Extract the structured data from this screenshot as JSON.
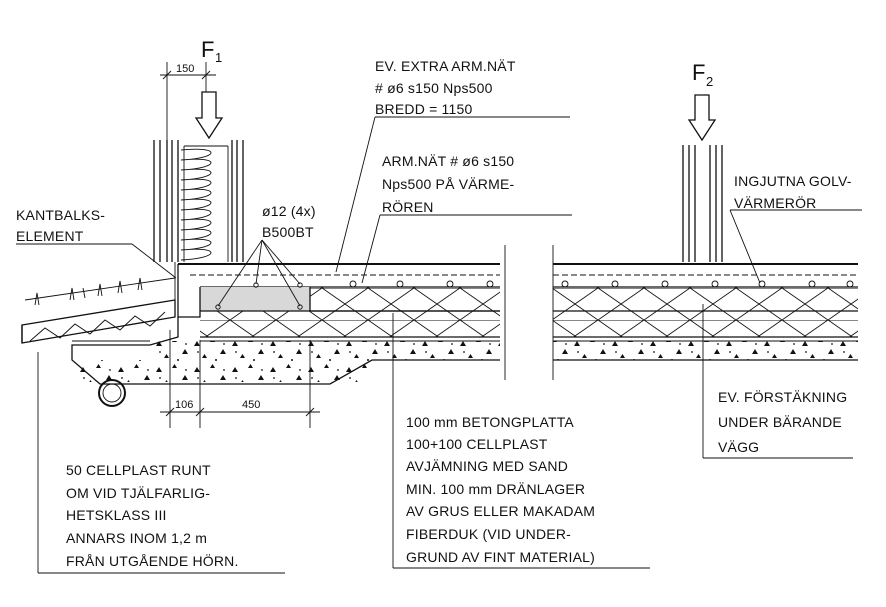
{
  "forces": {
    "f1": "F",
    "f1_sub": "1",
    "f2": "F",
    "f2_sub": "2"
  },
  "dimensions": {
    "wall_width": "150",
    "edge_offset": "106",
    "footing_width": "450"
  },
  "labels": {
    "extra_mesh": [
      "EV. EXTRA ARM.NÄT",
      "# ø6 s150 Nps500",
      "BREDD = 1150"
    ],
    "mesh_on_pipes": [
      "ARM.NÄT # ø6 s150",
      "Nps500 PÅ VÄRME-",
      "RÖREN"
    ],
    "floor_heating": [
      "INGJUTNA GOLV-",
      "VÄRMERÖR"
    ],
    "edge_element": [
      "KANTBALKS-",
      "ELEMENT"
    ],
    "rebar": [
      "ø12 (4x)",
      "B500BT"
    ],
    "reinforcement": [
      "EV. FÖRSTÄKNING",
      "UNDER BÄRANDE",
      "VÄGG"
    ],
    "layers": [
      "100 mm BETONGPLATTA",
      "100+100 CELLPLAST",
      "AVJÄMNING MED SAND",
      "MIN. 100 mm DRÄNLAGER",
      "AV GRUS ELLER MAKADAM",
      "FIBERDUK (VID UNDER-",
      "GRUND AV FINT MATERIAL)"
    ],
    "insulation_note": [
      "50 CELLPLAST RUNT",
      "OM VID TJÄLFARLIG-",
      "HETSKLASS III",
      "ANNARS INOM 1,2 m",
      "FRÅN UTGÅENDE HÖRN."
    ]
  }
}
